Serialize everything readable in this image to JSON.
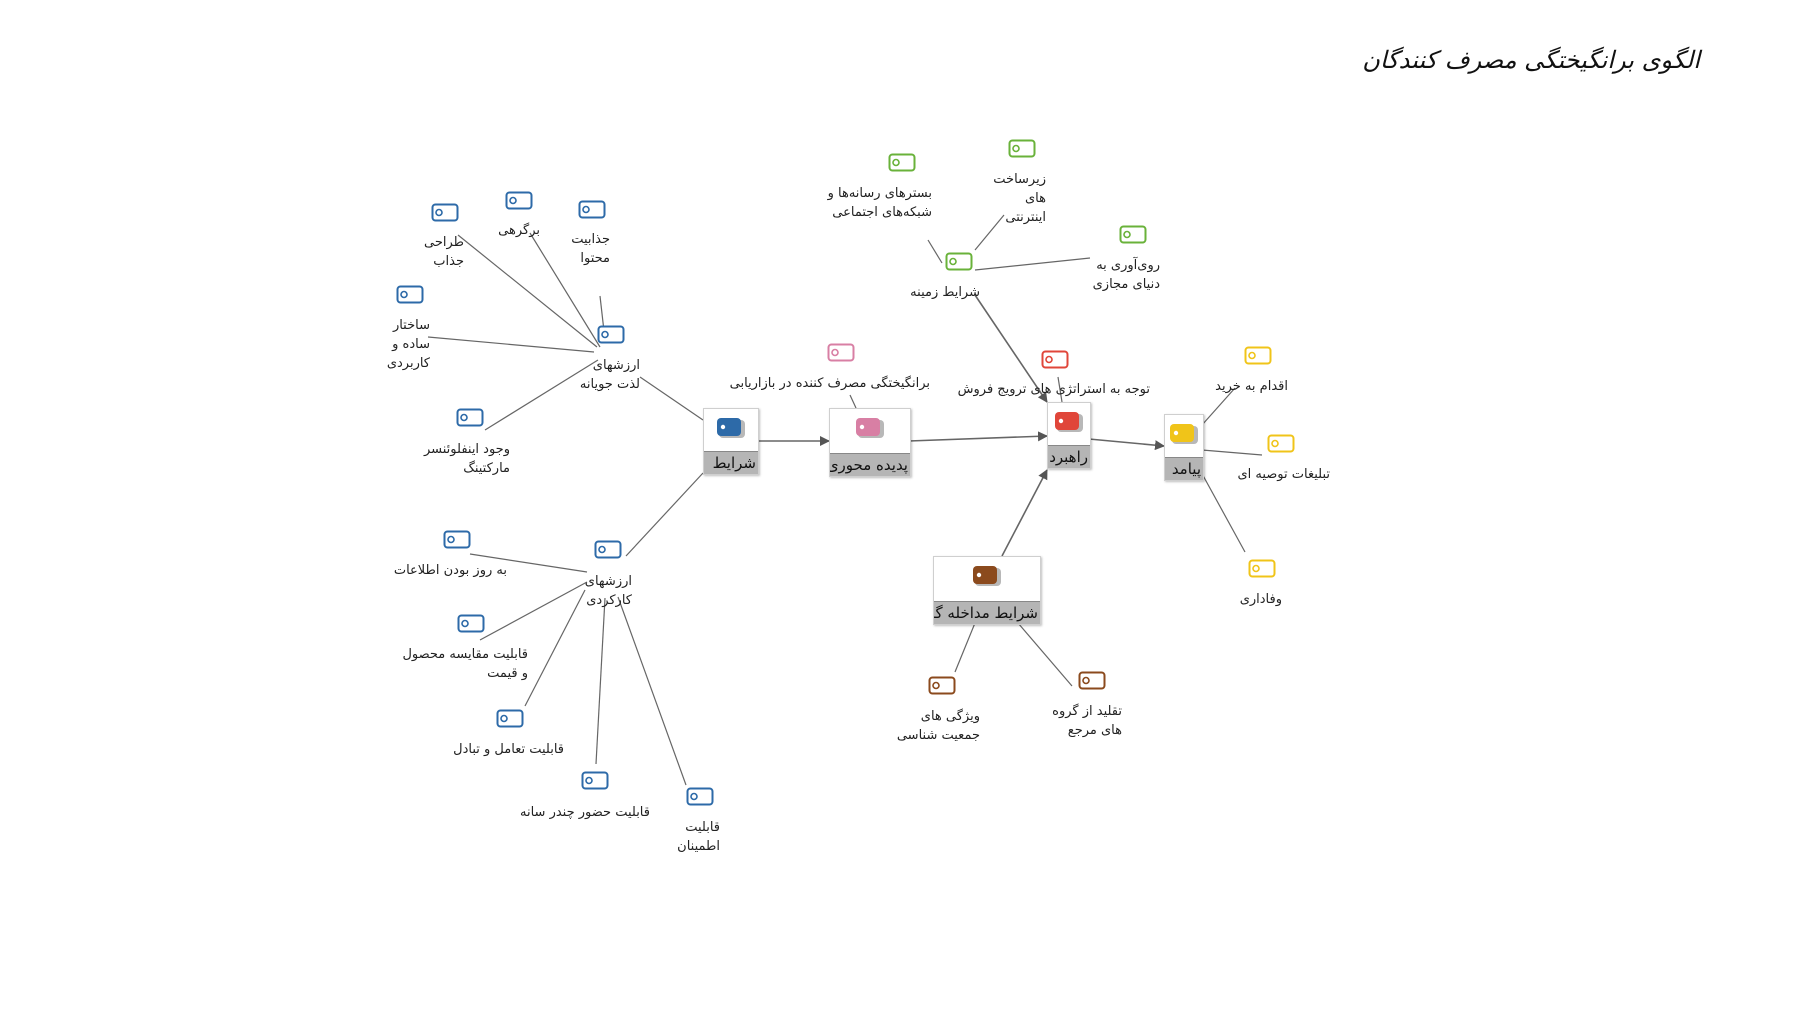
{
  "title": "الگوی برانگیختگی مصرف کنندگان",
  "colors": {
    "blue": "#2d6aa8",
    "pink": "#d87fa4",
    "red": "#e0463a",
    "yellow": "#f0c419",
    "green": "#69b23a",
    "brown": "#8b4a1d",
    "edge": "#666666"
  },
  "main_nodes": {
    "conditions": "شرایط",
    "phenomenon": "پدیده محوری",
    "strategy": "راهبرد",
    "consequence": "پیامد",
    "intervening": "شرایط مداخله گر"
  },
  "labels": {
    "hedonic_values": "ارزشهای\nلذت جویانه",
    "attractive_design": "طراحی\nجذاب",
    "attractiveness": "برگرهی",
    "content_appeal": "جذابیت\nمحتوا",
    "simple_structure": "ساختار\nساده و\nکاربردی",
    "influencer": "وجود اینفلوئنسر\nمارکتینگ",
    "functional_values": "ارزشهای\nکارکردی",
    "updated_info": "به روز بودن اطلاعات",
    "compare": "قابلیت مقایسه محصول\nو قیمت",
    "interaction": "قابلیت  تعامل و تبادل",
    "multichannel": "قابلیت حضور چندر سانه",
    "trust": "قابلیت\nاطمینان",
    "arousal": "برانگیختگی مصرف کننده در بازاریابی",
    "context": "شرایط زمینه",
    "social_media": "بسترهای رسانه‌ها و\nشبکه‌های اجتماعی",
    "infra": "زیرساخت\nهای\nاینترنتی",
    "virtual": "روی‌آوری به\nدنیای مجازی",
    "sales_promo": "توجه به استراتژی های ترویج فروش",
    "purchase": "اقدام به خرید",
    "wom": "تبلیغات توصیه ای",
    "loyalty": "وفاداری",
    "demographic": "ویژگی های\nجمعیت شناسی",
    "reference": "تقلید از گروه\nهای مرجع"
  }
}
